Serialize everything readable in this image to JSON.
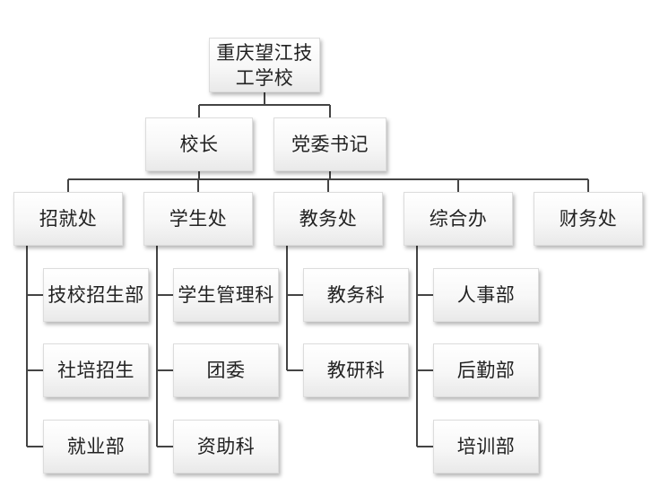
{
  "org": {
    "root": "重庆望江技工学校",
    "leaders": {
      "principal": "校长",
      "party_secretary": "党委书记"
    },
    "departments": {
      "recruitment": {
        "label": "招就处",
        "children": [
          "技校招生部",
          "社培招生",
          "就业部"
        ]
      },
      "student": {
        "label": "学生处",
        "children": [
          "学生管理科",
          "团委",
          "资助科"
        ]
      },
      "academic": {
        "label": "教务处",
        "children": [
          "教务科",
          "教研科"
        ]
      },
      "general": {
        "label": "综合办",
        "children": [
          "人事部",
          "后勤部",
          "培训部"
        ]
      },
      "finance": {
        "label": "财务处"
      }
    }
  },
  "colors": {
    "line": "#444444",
    "node_border": "#dcdcdc",
    "text": "#222222"
  }
}
